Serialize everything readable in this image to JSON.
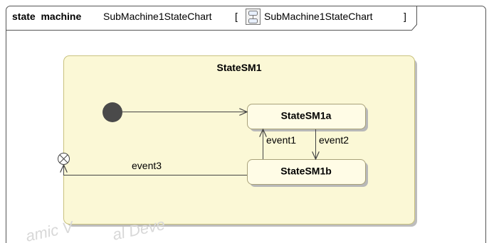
{
  "frame": {
    "keyword": "state  machine",
    "name": "SubMachine1StateChart",
    "bracket_open": "[",
    "ref_icon": "state-machine-icon",
    "ref_name": "SubMachine1StateChart",
    "bracket_close": "]"
  },
  "composite_state": {
    "name": "StateSM1"
  },
  "states": [
    {
      "name": "StateSM1a"
    },
    {
      "name": "StateSM1b"
    }
  ],
  "pseudostates": {
    "initial": "initial-node-icon",
    "exit": "exit-point-icon"
  },
  "transitions": [
    {
      "from": "initial",
      "to": "StateSM1a",
      "label": ""
    },
    {
      "from": "StateSM1b",
      "to": "StateSM1a",
      "label": "event1"
    },
    {
      "from": "StateSM1a",
      "to": "StateSM1b",
      "label": "event2"
    },
    {
      "from": "StateSM1b",
      "to": "exit",
      "label": "event3"
    }
  ],
  "watermark": {
    "line1": "amic V",
    "line2": "al Deve"
  },
  "colors": {
    "state_fill": "#fbf8d6",
    "state_border": "#c9c27e",
    "substate_fill": "#fffce6",
    "shadow": "#b8b8b8",
    "frame_border": "#555555",
    "initial_fill": "#4a4a4a"
  }
}
